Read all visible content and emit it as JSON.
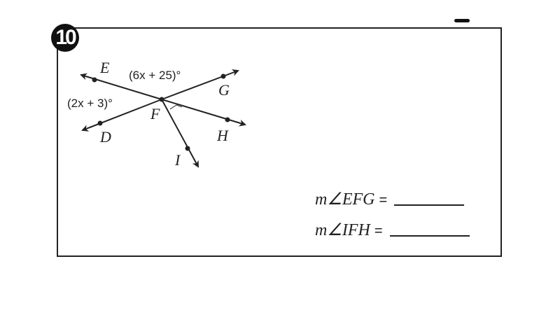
{
  "problem": {
    "number": "10",
    "angle_expr_top": "(6x + 25)°",
    "angle_expr_left": "(2x + 3)°",
    "points": {
      "E": "E",
      "G": "G",
      "F": "F",
      "D": "D",
      "H": "H",
      "I": "I"
    },
    "questions": [
      {
        "label": "m∠EFG",
        "equals": "=",
        "answer": ""
      },
      {
        "label": "m∠IFH",
        "equals": "=",
        "answer": ""
      }
    ]
  },
  "colors": {
    "ink": "#222222",
    "badge": "#111111"
  }
}
